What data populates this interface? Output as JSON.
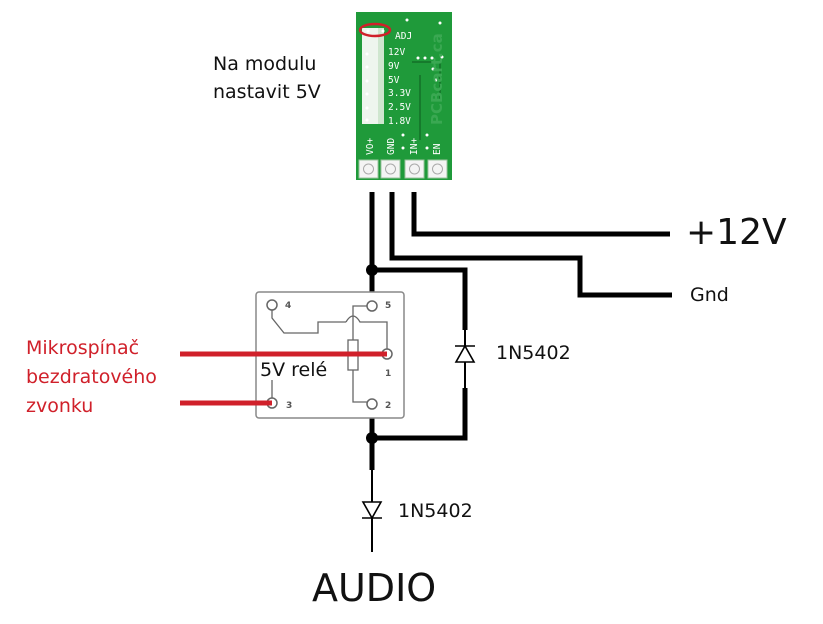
{
  "title": "Zapojení relé se zvonkem",
  "module": {
    "note_line1": "Na modulu",
    "note_line2": "nastavit 5V",
    "voltage_labels": [
      "ADJ",
      "12V",
      "9V",
      "5V",
      "3.3V",
      "2.5V",
      "1.8V"
    ],
    "brand": "PCBcart.ca",
    "pins": [
      "VO+",
      "GND",
      "IN+",
      "EN"
    ],
    "board_color": "#1f9a3a",
    "highlight_color": "#d0202a"
  },
  "supply": {
    "positive_label": "+12V",
    "ground_label": "Gnd"
  },
  "relay": {
    "label": "5V relé",
    "pins": [
      "4",
      "5",
      "1",
      "3",
      "2"
    ]
  },
  "switch": {
    "line1": "Mikrospínač",
    "line2": "bezdratového",
    "line3": "zvonku",
    "color": "#d0202a"
  },
  "diodes": {
    "flyback_label": "1N5402",
    "output_label": "1N5402"
  },
  "output": {
    "label": "AUDIO"
  }
}
